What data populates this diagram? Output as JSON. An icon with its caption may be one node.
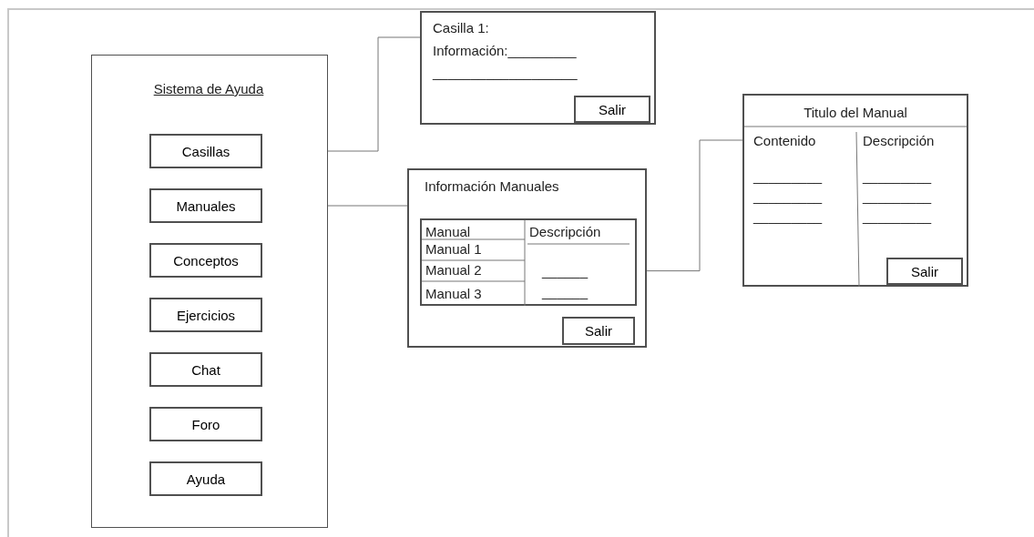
{
  "diagram": {
    "nodes": [
      {
        "text": [
          "Sistema de Ayuda"
        ]
      },
      {
        "text": [
          "Casillas"
        ],
        "in": 0
      },
      {
        "text": [
          "Manuales"
        ],
        "in": 0
      },
      {
        "text": [
          "Conceptos"
        ],
        "in": 0
      },
      {
        "text": [
          "Ejercicios"
        ],
        "in": 0
      },
      {
        "text": [
          "Chat"
        ],
        "in": 0
      },
      {
        "text": [
          "Foro"
        ],
        "in": 0
      },
      {
        "text": [
          "Ayuda"
        ],
        "in": 0
      },
      {
        "text": [
          "Casilla 1:",
          "Información:_________",
          "___________________"
        ]
      },
      {
        "text": [
          "Salir"
        ],
        "in": 8
      },
      {
        "text": [
          "Información Manuales"
        ]
      },
      {
        "text": [
          "Manual",
          "Descripción",
          "Manual 1",
          "Manual 2",
          "______",
          "Manual 3",
          "______"
        ],
        "in": 10
      },
      {
        "text": [
          "Salir"
        ],
        "in": 10
      },
      {
        "text": [
          "Titulo del Manual",
          "Contenido",
          "Descripción",
          "_________",
          "_________",
          "_________",
          "_________",
          "_________",
          "_________"
        ]
      },
      {
        "text": [
          "Salir"
        ],
        "in": 13
      }
    ],
    "edges": [
      {
        "from": 1,
        "to": 8,
        "arrow": "none"
      },
      {
        "from": 2,
        "to": 10,
        "arrow": "none"
      },
      {
        "from": 11,
        "to": 13,
        "arrow": "none"
      }
    ]
  }
}
